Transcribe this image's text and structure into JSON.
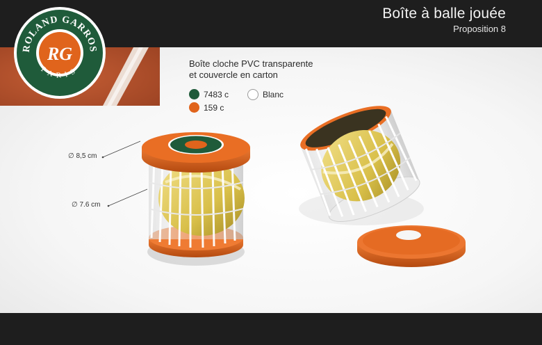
{
  "header": {
    "title": "Boîte à balle jouée",
    "subtitle": "Proposition 8"
  },
  "logo": {
    "brand_text": "ROLAND GARROS",
    "city_text": "PARIS",
    "monogram": "RG"
  },
  "description": {
    "line1": "Boîte cloche  PVC transparente",
    "line2": "et couvercle en carton"
  },
  "swatches": [
    {
      "label": "7483 c",
      "color": "#1f5b3a"
    },
    {
      "label": "Blanc",
      "color": "#ffffff"
    },
    {
      "label": "159 c",
      "color": "#e0641c"
    }
  ],
  "dimensions": {
    "lid_diameter": "∅ 8,5 cm",
    "body_diameter": "∅ 7.6 cm"
  },
  "colors": {
    "bar": "#1e1e1e",
    "orange": "#e0641c",
    "green": "#1f5b3a",
    "clay": "#b8542e"
  }
}
